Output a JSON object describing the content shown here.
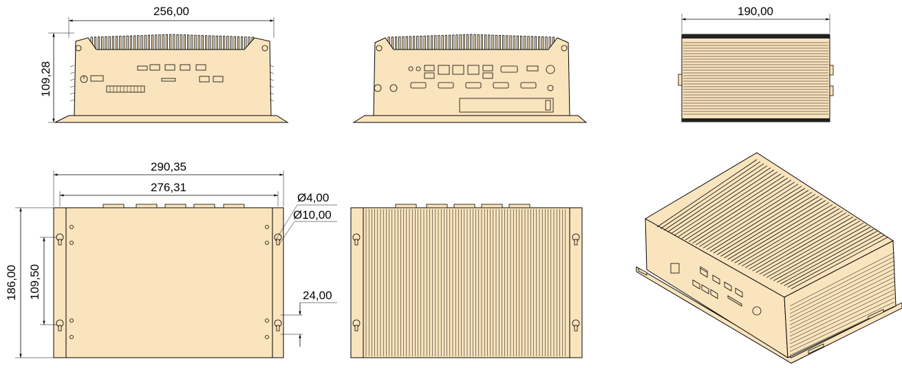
{
  "dimensions": {
    "front_width": "256,00",
    "front_height": "109,28",
    "side_width": "190,00",
    "top_outer_width": "290,35",
    "top_inner_width": "276,31",
    "top_height": "186,00",
    "top_slot_spacing": "109,50",
    "hole_small": "Ø4,00",
    "hole_large": "Ø10,00",
    "slot_length": "24,00"
  },
  "colors": {
    "body": "#fae4bd",
    "outline": "#000000"
  }
}
